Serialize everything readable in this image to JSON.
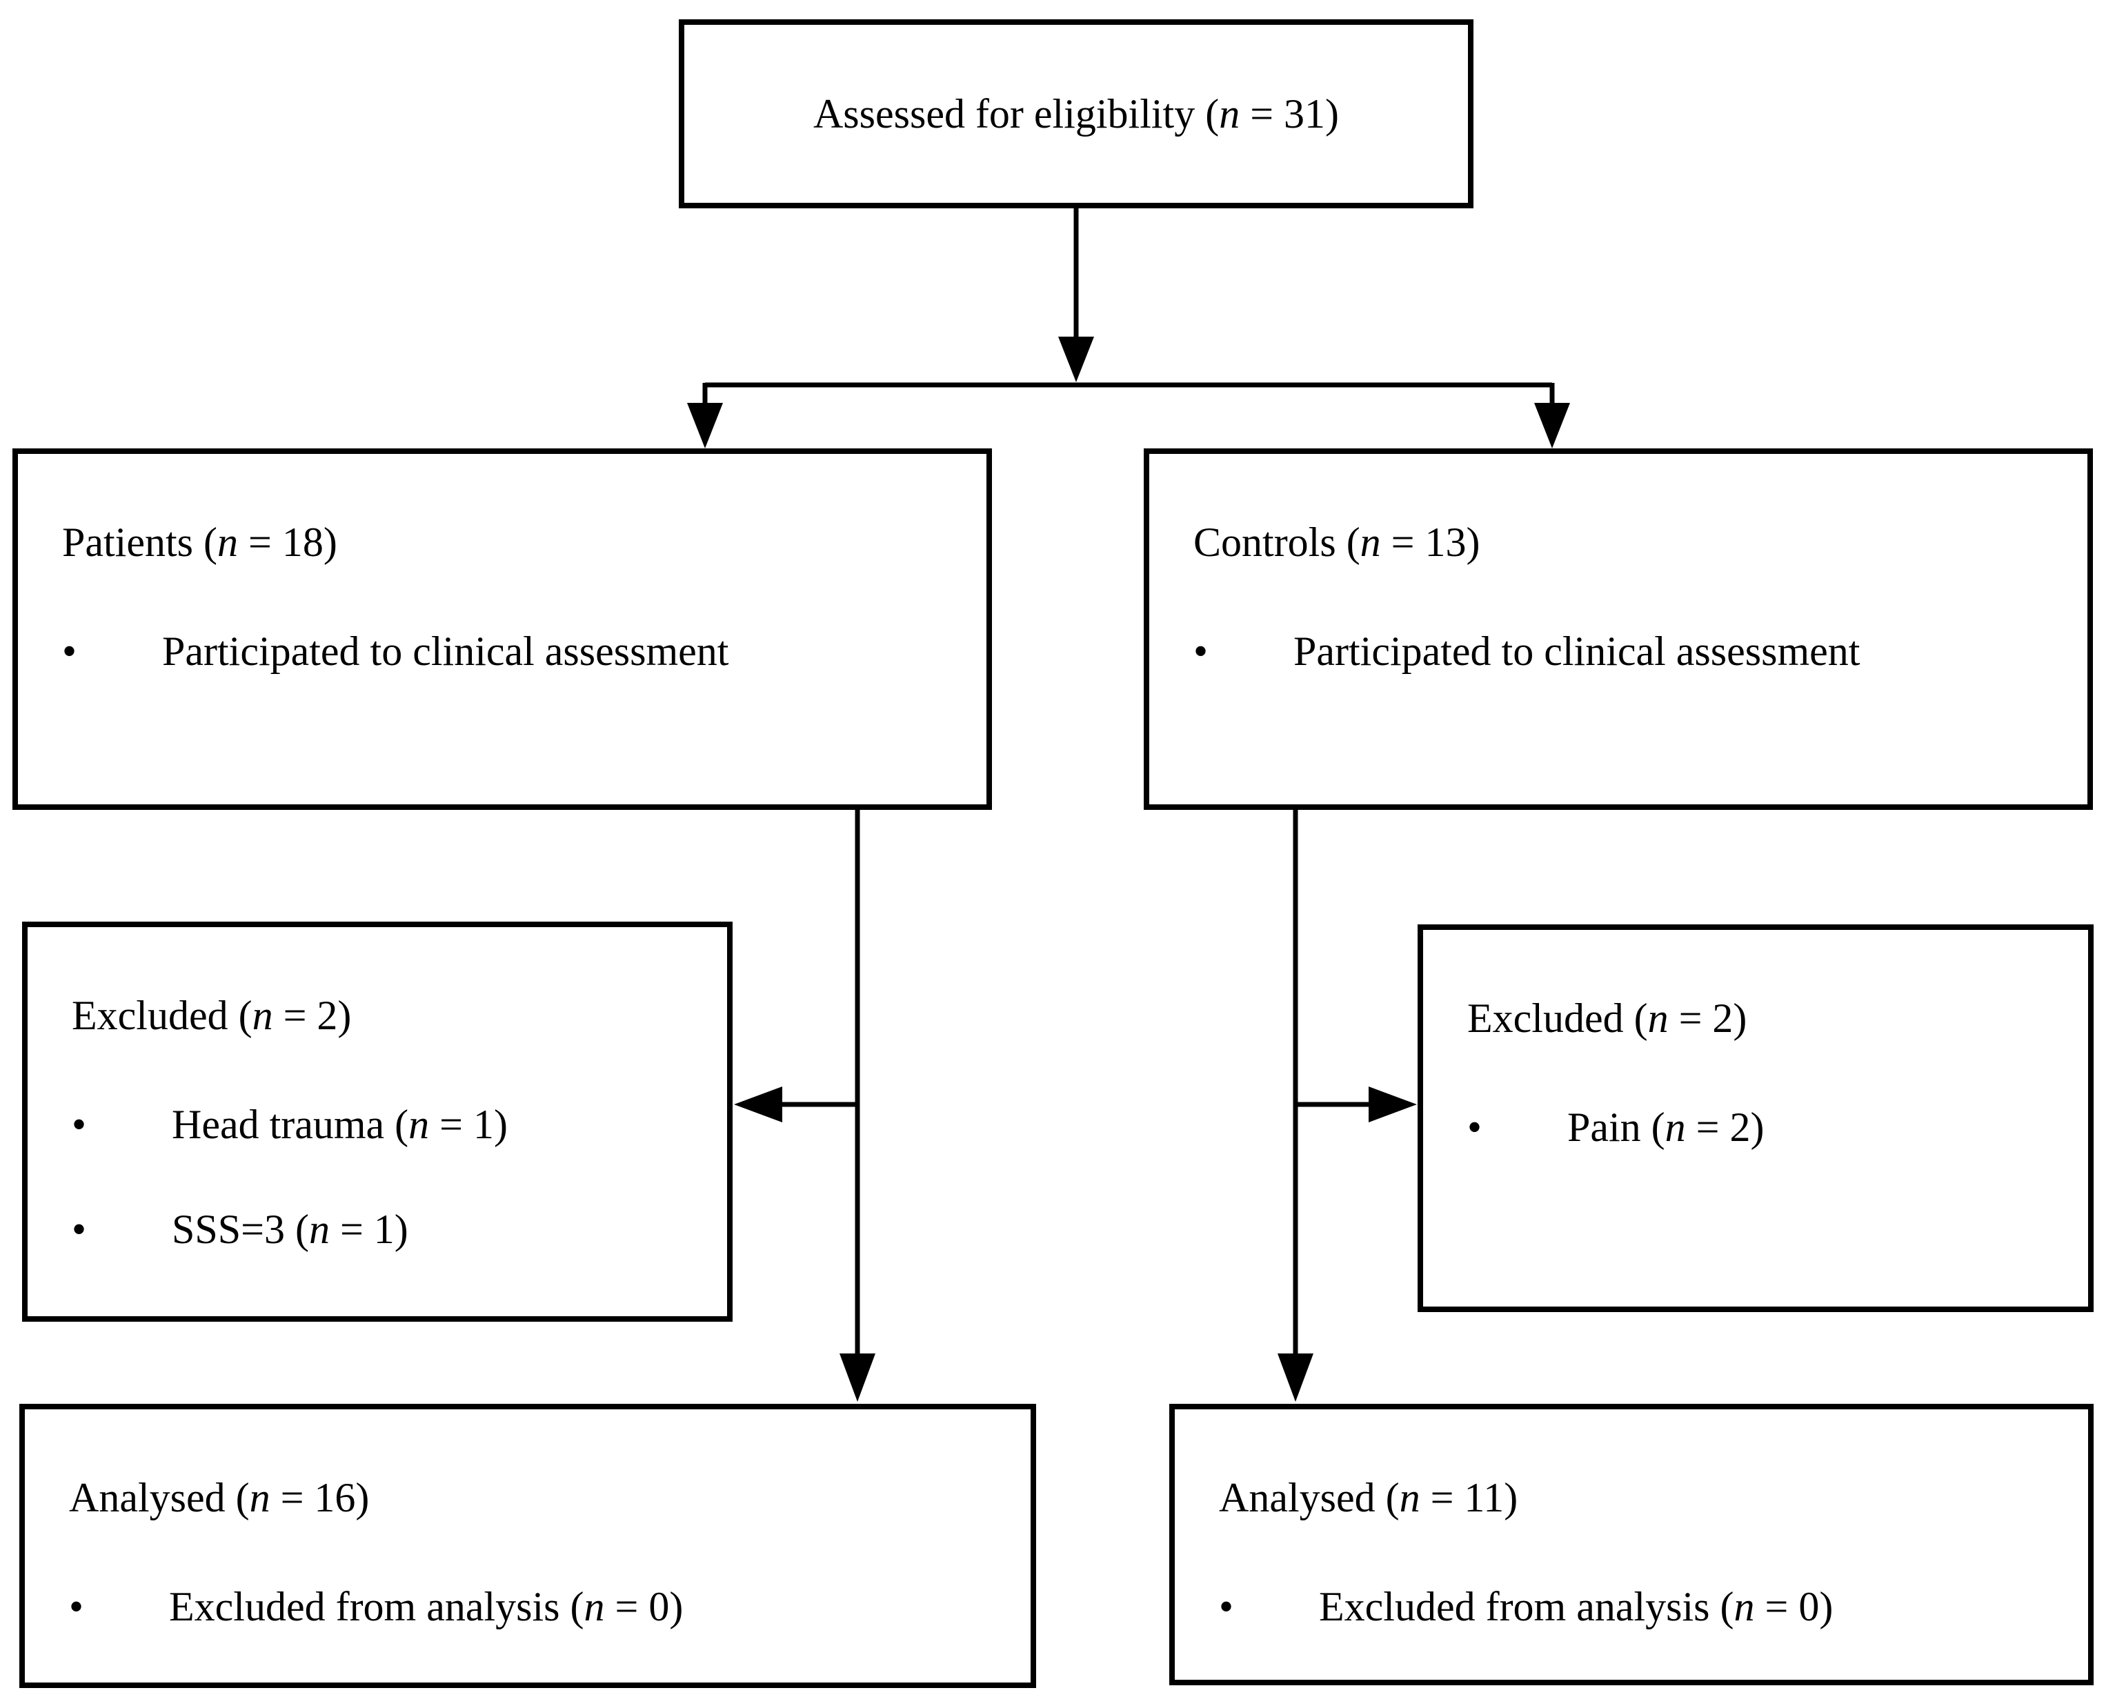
{
  "figure": {
    "type": "consort-participant-flow-diagram",
    "colors": {
      "background": "#ffffff",
      "border": "#000000",
      "text": "#000000",
      "arrow": "#000000"
    }
  },
  "glyphs": {
    "bullet": "•"
  },
  "boxes": {
    "assessed": {
      "title": {
        "pre": "Assessed for eligibility (",
        "n": "n",
        "post": " = 31)"
      }
    },
    "patients": {
      "title": {
        "pre": "Patients (",
        "n": "n",
        "post": " = 18)"
      },
      "bullets": [
        {
          "pre": "Participated to clinical assessment",
          "n": "",
          "post": ""
        }
      ]
    },
    "controls": {
      "title": {
        "pre": "Controls (",
        "n": "n",
        "post": " = 13)"
      },
      "bullets": [
        {
          "pre": "Participated to clinical assessment",
          "n": "",
          "post": ""
        }
      ]
    },
    "excluded_left": {
      "title": {
        "pre": "Excluded (",
        "n": "n",
        "post": " = 2)"
      },
      "bullets": [
        {
          "pre": "Head trauma (",
          "n": "n",
          "post": " = 1)"
        },
        {
          "pre": "SSS=3 (",
          "n": "n",
          "post": " = 1)"
        }
      ]
    },
    "excluded_right": {
      "title": {
        "pre": "Excluded (",
        "n": "n",
        "post": " = 2)"
      },
      "bullets": [
        {
          "pre": "Pain (",
          "n": "n",
          "post": " = 2)"
        }
      ]
    },
    "analysed_left": {
      "title": {
        "pre": "Analysed (",
        "n": "n",
        "post": " = 16)"
      },
      "bullets": [
        {
          "pre": "Excluded from analysis (",
          "n": "n",
          "post": " = 0)"
        }
      ]
    },
    "analysed_right": {
      "title": {
        "pre": "Analysed (",
        "n": "n",
        "post": " = 11)"
      },
      "bullets": [
        {
          "pre": "Excluded from analysis (",
          "n": "n",
          "post": " = 0)"
        }
      ]
    }
  }
}
